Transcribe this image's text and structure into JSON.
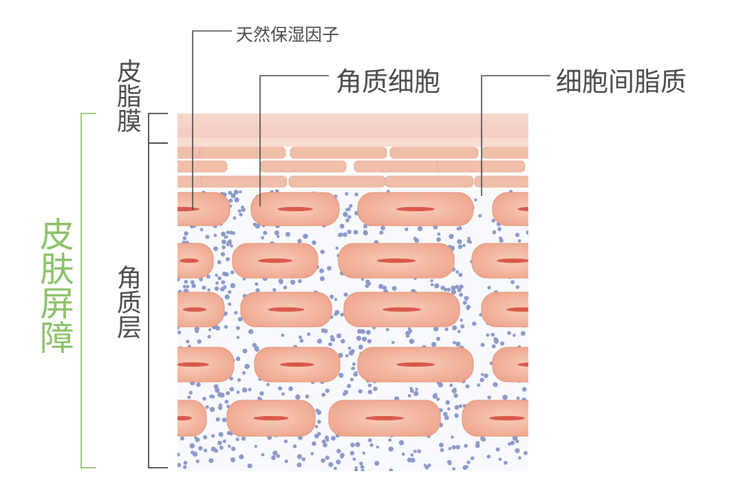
{
  "colors": {
    "barrier_green": "#8cc26a",
    "bracket_gray": "#444444",
    "sebum_top": "#f6d8cd",
    "sebum_bottom": "#f2c8bb",
    "brick": "#f0bfaa",
    "cell": "#f3b49c",
    "nucleus": "#d85a4c",
    "lipid_dot": "#8c99c9"
  },
  "labels": {
    "nmf": "天然保湿因子",
    "corneocyte": "角质细胞",
    "intercellular_lipid": "细胞间脂质"
  },
  "side_labels": {
    "sebum_film": "皮脂膜",
    "stratum_corneum": "角质层",
    "skin_barrier": "皮肤屏障"
  }
}
